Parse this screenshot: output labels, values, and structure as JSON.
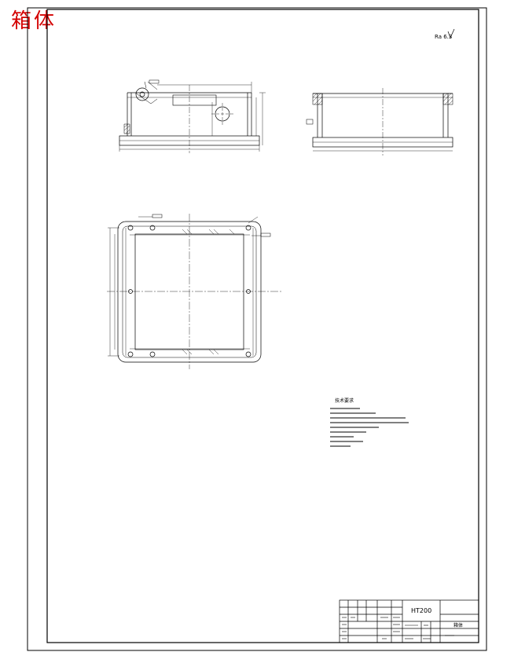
{
  "title_stamp": "箱体",
  "roughness_mark": "Ra 6.3",
  "tech_requirements": {
    "heading": "技术要求"
  },
  "title_block": {
    "material": "HT200",
    "part_name": "箱体"
  },
  "colors": {
    "stamp": "#d40000",
    "line": "#000000",
    "background": "#ffffff"
  }
}
